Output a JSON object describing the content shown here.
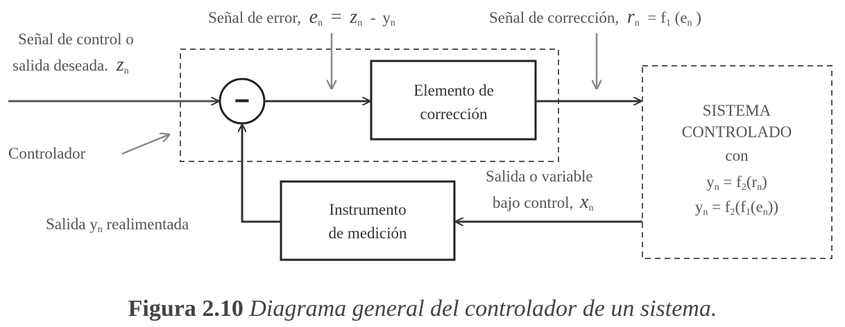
{
  "labels": {
    "error_signal": "Señal de error,",
    "error_var": "e",
    "error_sub": "n",
    "error_eq": "=",
    "error_z": "z",
    "error_z_sub": "n",
    "error_minus": "-",
    "error_y": "y",
    "error_y_sub": "n",
    "correction_signal": "Señal de corrección,",
    "correction_r": "r",
    "correction_r_sub": "n",
    "correction_eq": "= f",
    "correction_f_sub": "1",
    "correction_arg": "(e",
    "correction_arg_sub": "n",
    "correction_close": ")",
    "control_line1": "Señal de control o",
    "control_line2": "salida deseada.",
    "control_z": "z",
    "control_z_sub": "n",
    "controller": "Controlador",
    "feedback_label": "Salida y",
    "feedback_sub": "n",
    "feedback_label2": " realimentada",
    "output_line1": "Salida o variable",
    "output_line2": "bajo control,",
    "output_x": "x",
    "output_x_sub": "n"
  },
  "blocks": {
    "summing_symbol": "−",
    "correction_line1": "Elemento de",
    "correction_line2": "corrección",
    "measurement_line1": "Instrumento",
    "measurement_line2": "de medición",
    "system_line1": "SISTEMA",
    "system_line2": "CONTROLADO",
    "system_line3": "con",
    "system_eq1_y": "y",
    "system_eq1_y_sub": "n",
    "system_eq1_rest": " = f",
    "system_eq1_f_sub": "2",
    "system_eq1_arg": "(r",
    "system_eq1_arg_sub": "n",
    "system_eq1_close": ")",
    "system_eq2_y": "y",
    "system_eq2_y_sub": "n",
    "system_eq2_rest": " = f",
    "system_eq2_f_sub": "2",
    "system_eq2_arg": "(f",
    "system_eq2_arg_sub": "1",
    "system_eq2_arg2": "(e",
    "system_eq2_arg2_sub": "n",
    "system_eq2_close": "))"
  },
  "caption": {
    "figure": "Figura 2.10",
    "text": " Diagrama general del controlador de un sistema."
  }
}
